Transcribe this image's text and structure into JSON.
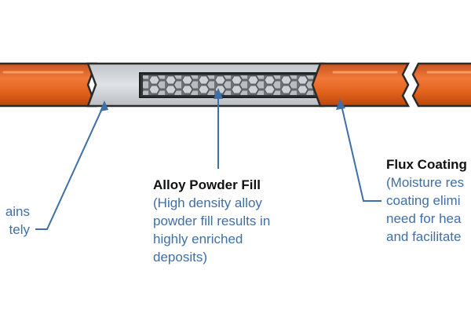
{
  "colors": {
    "sheath_orange": "#e5641d",
    "sheath_dark": "#b84810",
    "core_grey": "#d0d3d6",
    "annotation_blue": "#3f6fa6",
    "title_text": "#111111"
  },
  "labels": {
    "left_fragment_lines": [
      "ains",
      "tely"
    ],
    "alloy_powder": {
      "title": "Alloy Powder Fill",
      "lines": [
        "(High density alloy",
        "powder fill results in",
        "highly enriched",
        "deposits)"
      ]
    },
    "flux_coating": {
      "title": "Flux Coating",
      "lines": [
        "(Moisture res",
        "coating elimi",
        "need for hea",
        "and facilitate"
      ]
    }
  }
}
